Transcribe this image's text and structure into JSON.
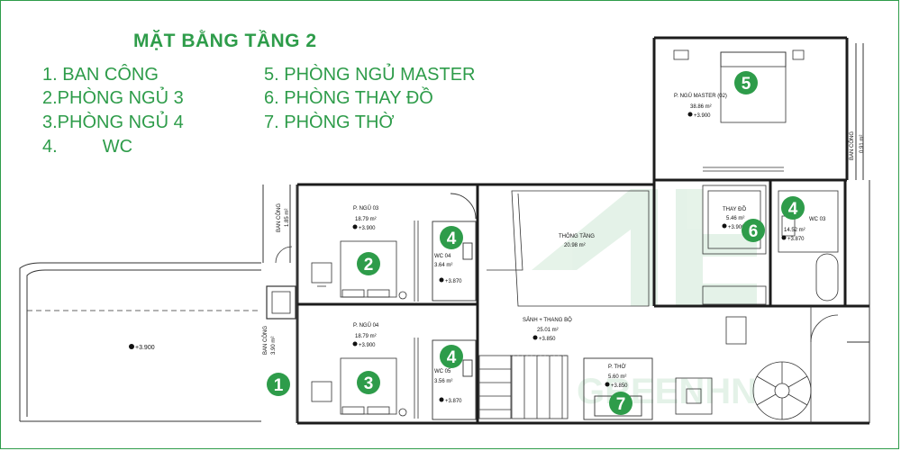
{
  "legend": {
    "title": "MẶT BẰNG TẦNG 2",
    "items": [
      "1. BAN CÔNG",
      "2.PHÒNG NGỦ 3",
      "3.PHÒNG NGỦ 4",
      "4.         WC",
      "5. PHÒNG NGỦ MASTER",
      "6. PHÒNG THAY ĐỒ",
      "7. PHÒNG THỜ"
    ]
  },
  "rooms": {
    "pngu03": {
      "name": "P. NGỦ 03",
      "area": "18.79 m²",
      "level": "+3.900"
    },
    "pngu04": {
      "name": "P. NGỦ 04",
      "area": "18.79 m²",
      "level": "+3.900"
    },
    "wc04": {
      "name": "WC 04",
      "area": "3.64 m²",
      "level": "+3.870"
    },
    "wc05": {
      "name": "WC 05",
      "area": "3.56 m²",
      "level": "+3.870"
    },
    "thongtang": {
      "name": "THÔNG TẦNG",
      "area": "20.98 m²"
    },
    "sanh": {
      "name": "SẢNH + THANG BỘ",
      "area": "25.01 m²",
      "level": "+3.850"
    },
    "ptho": {
      "name": "P. THỜ",
      "area": "5.60 m²",
      "level": "+3.850"
    },
    "master": {
      "name": "P. NGỦ MASTER (02)",
      "area": "38.86 m²",
      "level": "+3.900"
    },
    "thaydo": {
      "name": "THAY ĐỒ",
      "area": "5.46 m²",
      "level": "+3.900"
    },
    "wc03": {
      "name": "WC 03",
      "area": "14.52 m²",
      "level": "+3.870"
    },
    "bancong_top": {
      "name": "BAN CÔNG",
      "area": "1.85 m²"
    },
    "bancong_left": {
      "name": "BAN CÔNG",
      "area": "3.90 m²"
    },
    "bancong_right": {
      "name": "BAN CÔNG",
      "area": "0.91 m²"
    },
    "balcony_level": "+3.900"
  },
  "badges": [
    "1",
    "2",
    "3",
    "4",
    "4",
    "4",
    "5",
    "6",
    "7"
  ],
  "watermark": "GREENHN",
  "colors": {
    "accent": "#2e9c4a",
    "badge": "#2e9c4a",
    "line": "#222222"
  }
}
